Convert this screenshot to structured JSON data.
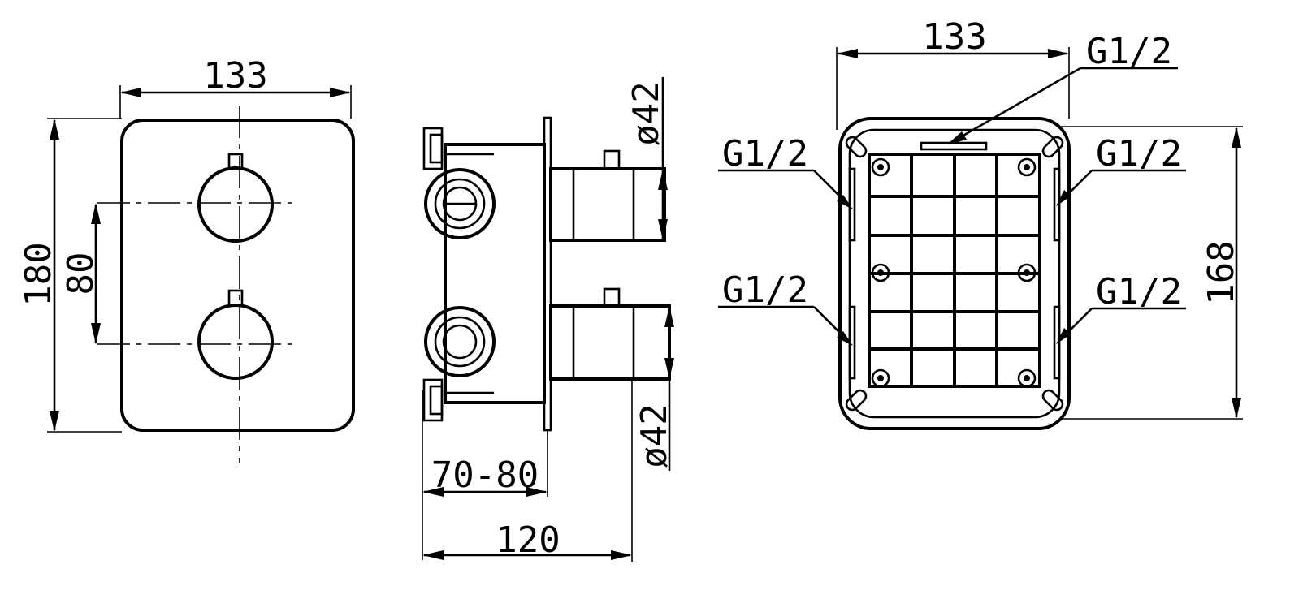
{
  "colors": {
    "stroke": "#000000",
    "background": "#ffffff"
  },
  "front_view": {
    "width_label": "133",
    "height_label": "180",
    "spacing_label": "80"
  },
  "side_view": {
    "top_diameter_label": "ø42",
    "bottom_diameter_label": "ø42",
    "depth_range_label": "70-80",
    "total_depth_label": "120"
  },
  "back_view": {
    "width_label": "133",
    "height_label": "168",
    "port_top_label": "G1/2",
    "port_left_upper_label": "G1/2",
    "port_right_upper_label": "G1/2",
    "port_left_lower_label": "G1/2",
    "port_right_lower_label": "G1/2"
  }
}
